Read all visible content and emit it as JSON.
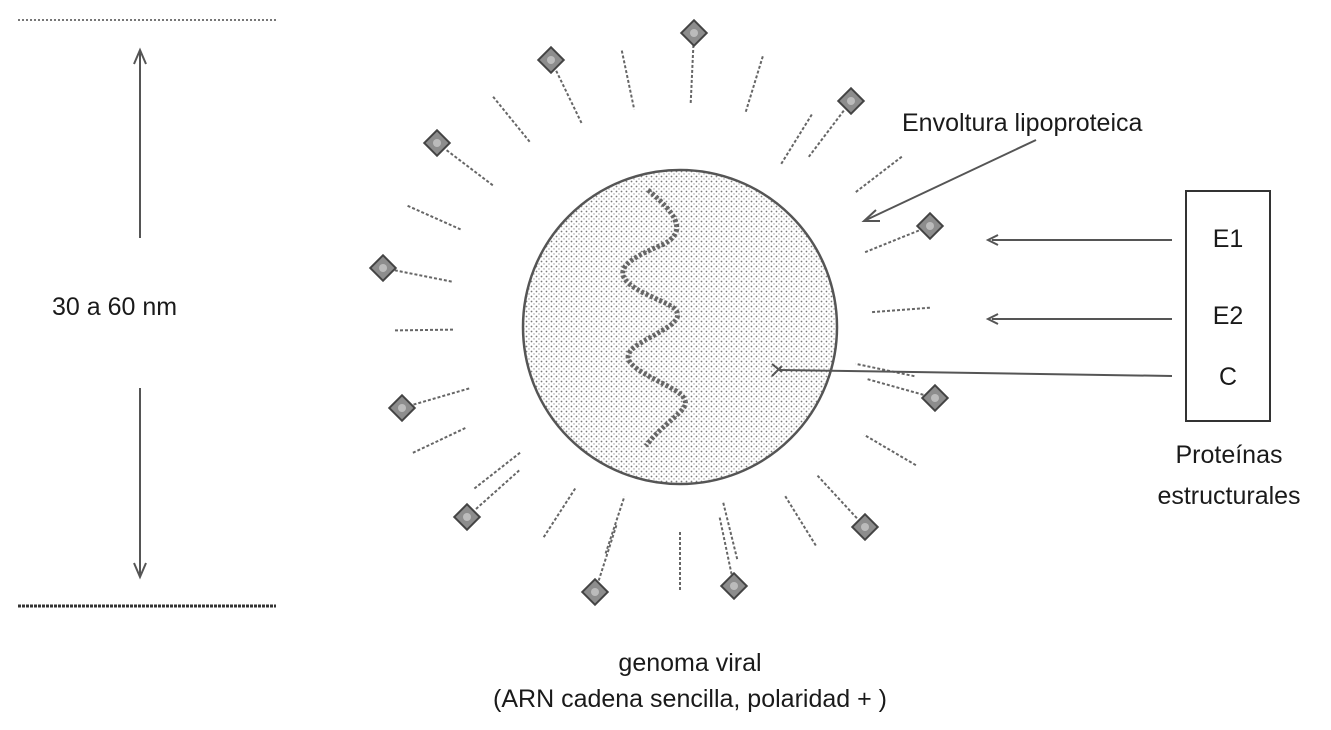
{
  "labels": {
    "size": "30 a 60 nm",
    "envelope": "Envoltura lipoproteica",
    "proteins_line1": "Proteínas",
    "proteins_line2": "estructurales",
    "genome_line1": "genoma viral",
    "genome_line2": "(ARN cadena sencilla, polaridad + )"
  },
  "proteins": [
    {
      "id": "E1",
      "label": "E1"
    },
    {
      "id": "E2",
      "label": "E2"
    },
    {
      "id": "C",
      "label": "C"
    }
  ],
  "colors": {
    "ink": "#1a1a1a",
    "line": "#444444",
    "stipple": "#8a8a8a",
    "knob": "#8d8d8d"
  }
}
